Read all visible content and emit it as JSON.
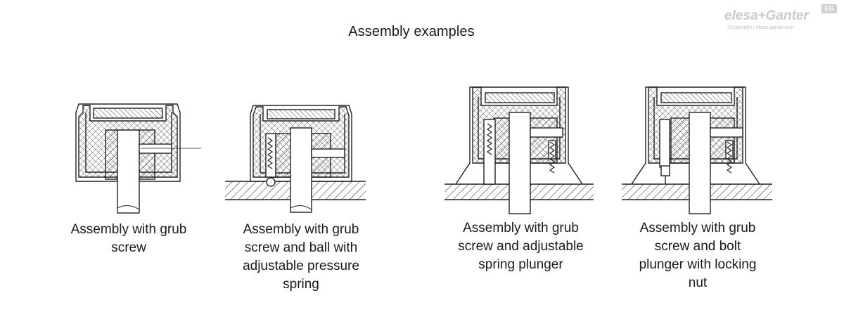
{
  "title": "Assembly examples",
  "logo": {
    "brand": "elesa+Ganter",
    "badge": "EG",
    "copyright": "©Copyright | elesa-ganter.com"
  },
  "assemblies": [
    {
      "caption": "Assembly with grub\nscrew"
    },
    {
      "caption": "Assembly with grub\nscrew and ball with\nadjustable pressure\nspring"
    },
    {
      "caption": "Assembly with grub\nscrew and adjustable\nspring plunger"
    },
    {
      "caption": "Assembly with grub\nscrew and bolt\nplunger with locking\nnut"
    }
  ]
}
